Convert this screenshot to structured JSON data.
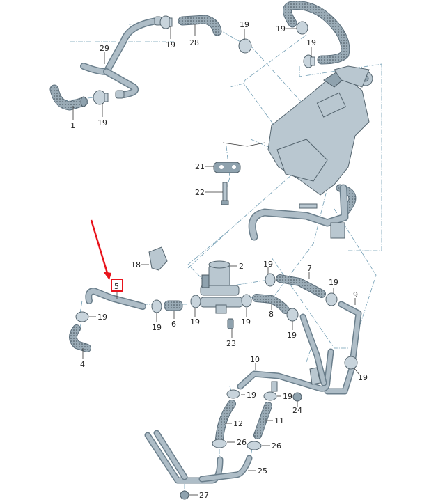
{
  "diagram": {
    "title": "Heater hose / coolant line parts diagram",
    "highlighted_part": "5",
    "highlight_color": "#e8141c",
    "labels": {
      "p1": "1",
      "p2": "2",
      "p4": "4",
      "p5": "5",
      "p6": "6",
      "p7": "7",
      "p8": "8",
      "p9": "9",
      "p10": "10",
      "p11": "11",
      "p12": "12",
      "p18": "18",
      "p19": "19",
      "p21": "21",
      "p22": "22",
      "p23": "23",
      "p24": "24",
      "p25": "25",
      "p26": "26",
      "p27": "27",
      "p28": "28",
      "p29": "29"
    },
    "parts": [
      {
        "number": "1",
        "name": "coolant hose (perforated, left top)"
      },
      {
        "number": "2",
        "name": "coolant valve"
      },
      {
        "number": "4",
        "name": "coolant hose (perforated, left lower)"
      },
      {
        "number": "5",
        "name": "coolant pipe (highlighted)"
      },
      {
        "number": "6",
        "name": "coolant hose short"
      },
      {
        "number": "7",
        "name": "coolant hose"
      },
      {
        "number": "8",
        "name": "coolant hose"
      },
      {
        "number": "9",
        "name": "coolant pipe"
      },
      {
        "number": "10",
        "name": "coolant pipe"
      },
      {
        "number": "11",
        "name": "coolant hose"
      },
      {
        "number": "12",
        "name": "coolant hose"
      },
      {
        "number": "18",
        "name": "retaining clip"
      },
      {
        "number": "19",
        "name": "spring clamp"
      },
      {
        "number": "21",
        "name": "bracket"
      },
      {
        "number": "22",
        "name": "bolt"
      },
      {
        "number": "23",
        "name": "bolt"
      },
      {
        "number": "24",
        "name": "nut"
      },
      {
        "number": "25",
        "name": "coolant pipe lower"
      },
      {
        "number": "26",
        "name": "spring clamp"
      },
      {
        "number": "27",
        "name": "nut"
      },
      {
        "number": "28",
        "name": "coolant hose"
      },
      {
        "number": "29",
        "name": "Y-pipe"
      }
    ],
    "colors": {
      "part_fill": "#b9c7d0",
      "part_stroke": "#55656f",
      "dash_line": "#6f9cb3",
      "label_text": "#222222"
    }
  }
}
